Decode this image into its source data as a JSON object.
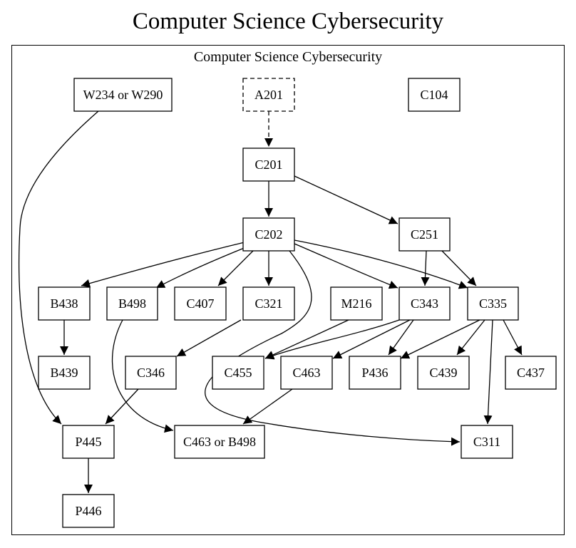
{
  "title": "Computer Science Cybersecurity",
  "cluster_label": "Computer Science Cybersecurity",
  "nodes": [
    {
      "id": "w234",
      "label": "W234 or W290",
      "style": "solid"
    },
    {
      "id": "a201",
      "label": "A201",
      "style": "dashed"
    },
    {
      "id": "c104",
      "label": "C104",
      "style": "solid"
    },
    {
      "id": "c201",
      "label": "C201",
      "style": "solid"
    },
    {
      "id": "c202",
      "label": "C202",
      "style": "solid"
    },
    {
      "id": "c251",
      "label": "C251",
      "style": "solid"
    },
    {
      "id": "b438",
      "label": "B438",
      "style": "solid"
    },
    {
      "id": "b498",
      "label": "B498",
      "style": "solid"
    },
    {
      "id": "c407",
      "label": "C407",
      "style": "solid"
    },
    {
      "id": "c321",
      "label": "C321",
      "style": "solid"
    },
    {
      "id": "m216",
      "label": "M216",
      "style": "solid"
    },
    {
      "id": "c343",
      "label": "C343",
      "style": "solid"
    },
    {
      "id": "c335",
      "label": "C335",
      "style": "solid"
    },
    {
      "id": "b439",
      "label": "B439",
      "style": "solid"
    },
    {
      "id": "c346",
      "label": "C346",
      "style": "solid"
    },
    {
      "id": "c455",
      "label": "C455",
      "style": "solid"
    },
    {
      "id": "c463",
      "label": "C463",
      "style": "solid"
    },
    {
      "id": "p436",
      "label": "P436",
      "style": "solid"
    },
    {
      "id": "c439",
      "label": "C439",
      "style": "solid"
    },
    {
      "id": "c437",
      "label": "C437",
      "style": "solid"
    },
    {
      "id": "p445",
      "label": "P445",
      "style": "solid"
    },
    {
      "id": "c463b498",
      "label": "C463 or B498",
      "style": "solid"
    },
    {
      "id": "c311",
      "label": "C311",
      "style": "solid"
    },
    {
      "id": "p446",
      "label": "P446",
      "style": "solid"
    }
  ],
  "edges": [
    {
      "from": "w234",
      "to": "p445",
      "style": "solid"
    },
    {
      "from": "a201",
      "to": "c201",
      "style": "dashed"
    },
    {
      "from": "c201",
      "to": "c202",
      "style": "solid"
    },
    {
      "from": "c201",
      "to": "c251",
      "style": "solid"
    },
    {
      "from": "c202",
      "to": "b438",
      "style": "solid"
    },
    {
      "from": "c202",
      "to": "b498",
      "style": "solid"
    },
    {
      "from": "c202",
      "to": "c407",
      "style": "solid"
    },
    {
      "from": "c202",
      "to": "c321",
      "style": "solid"
    },
    {
      "from": "c202",
      "to": "c343",
      "style": "solid"
    },
    {
      "from": "c202",
      "to": "c335",
      "style": "solid"
    },
    {
      "from": "c202",
      "to": "c311",
      "style": "solid"
    },
    {
      "from": "c251",
      "to": "c343",
      "style": "solid"
    },
    {
      "from": "c251",
      "to": "c335",
      "style": "solid"
    },
    {
      "from": "b438",
      "to": "b439",
      "style": "solid"
    },
    {
      "from": "b498",
      "to": "c463b498",
      "style": "solid"
    },
    {
      "from": "c321",
      "to": "c346",
      "style": "solid"
    },
    {
      "from": "m216",
      "to": "c455",
      "style": "solid"
    },
    {
      "from": "c343",
      "to": "c455",
      "style": "solid"
    },
    {
      "from": "c343",
      "to": "c463",
      "style": "solid"
    },
    {
      "from": "c343",
      "to": "p436",
      "style": "solid"
    },
    {
      "from": "c335",
      "to": "p436",
      "style": "solid"
    },
    {
      "from": "c335",
      "to": "c439",
      "style": "solid"
    },
    {
      "from": "c335",
      "to": "c437",
      "style": "solid"
    },
    {
      "from": "c335",
      "to": "c311",
      "style": "solid"
    },
    {
      "from": "c346",
      "to": "p445",
      "style": "solid"
    },
    {
      "from": "c463",
      "to": "c463b498",
      "style": "solid"
    },
    {
      "from": "p445",
      "to": "p446",
      "style": "solid"
    }
  ]
}
